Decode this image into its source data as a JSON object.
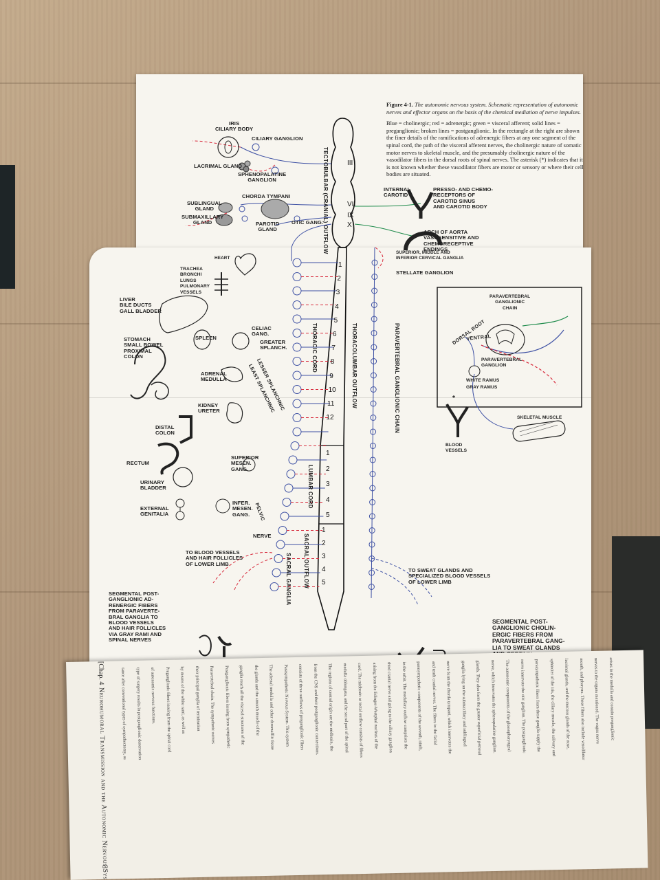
{
  "figure": {
    "caption_title": "Figure 4-1.",
    "caption_title_rest": "The autonomic nervous system. Schematic representation of autonomic nerves and effector organs on the basis of the chemical mediation of nerve impulses.",
    "caption_body": "Blue = cholinergic; red = adrenergic; green = visceral afferent; solid lines = preganglionic; broken lines = postganglionic. In the rectangle at the right are shown the finer details of the ramifications of adrenergic fibers at any one segment of the spinal cord, the path of the visceral afferent nerves, the cholinergic nature of somatic motor nerves to skeletal muscle, and the presumably cholinergic nature of the vasodilator fibers in the dorsal roots of spinal nerves. The asterisk (*) indicates that it is not known whether these vasodilator fibers are motor or sensory or where their cell bodies are situated."
  },
  "labels": {
    "iris": "IRIS\nCILIARY BODY",
    "ciliary_ganglion": "CILIARY GANGLION",
    "lacrimal": "LACRIMAL GLAND",
    "sphenopalatine": "SPHENOPALATINE\nGANGLION",
    "chorda": "CHORDA TYMPANI",
    "sublingual": "SUBLINGUAL\nGLAND",
    "submaxillary": "SUBMAXILLARY\nGLAND",
    "parotid": "PAROTID\nGLAND",
    "otic": "OTIC GANG.",
    "internal_carotid": "INTERNAL\nCAROTID",
    "presso": "PRESSO- AND CHEMO-\nRECEPTORS OF\nCAROTID SINUS\nAND CAROTID BODY",
    "arch": "ARCH OF AORTA\nVASOSENSITIVE AND\nCHEMORECEPTIVE\nENDINGS",
    "superior_cervical": "SUPERIOR, MIDDLE AND\nINFERIOR CERVICAL GANGLIA",
    "stellate": "STELLATE GANGLION",
    "heart": "HEART",
    "trachea": "TRACHEA\nBRONCHI\nLUNGS\nPULMONARY\nVESSELS",
    "liver": "LIVER\nBILE DUCTS\nGALL BLADDER",
    "stomach": "STOMACH\nSMALL BOWEL\nPROXIMAL\nCOLON",
    "spleen": "SPLEEN",
    "celiac": "CELIAC\nGANG.",
    "greater": "GREATER\nSPLANCH.",
    "lesser": "LESSER SPLANCHNIC",
    "least": "LEAST SPLANCHNIC",
    "adrenal": "ADRENAL\nMEDULLA",
    "kidney": "KIDNEY\nURETER",
    "distal_colon": "DISTAL\nCOLON",
    "rectum": "RECTUM",
    "sup_mesen": "SUPERIOR\nMESEN.\nGANG.",
    "urinary": "URINARY\nBLADDER",
    "external_genitalia": "EXTERNAL\nGENITALIA",
    "infer_mesen": "INFER.\nMESEN.\nGANG.",
    "pelvic": "PELVIC",
    "nerve": "NERVE",
    "blood_vessels_limb": "TO BLOOD VESSELS\nAND HAIR FOLLICLES\nOF LOWER LIMB",
    "sweat_glands": "TO SWEAT GLANDS AND\nSPECIALIZED BLOOD VESSELS\nOF LOWER LIMB",
    "segmental_left": "SEGMENTAL POST-\nGANGLIONIC AD-\nRENERGIC FIBERS\nFROM PARAVERTE-\nBRAL GANGLIA TO\nBLOOD VESSELS\nAND HAIR FOLLICLES\nVIA GRAY RAMI AND\nSPINAL NERVES",
    "segmental_right": "SEGMENTAL POST-\nGANGLIONIC CHOLIN-\nERGIC FIBERS FROM\nPARAVERTEBRAL GANG-\nLIA TO SWEAT GLANDS\nAND CERTAIN\nBLOOD VESSELS VIA\nGRAY RAMI AND\nSPINAL NERVES",
    "paravertebral_chain": "PARAVERTEBRAL\nGANGLIONIC\nCHAIN",
    "dorsal_root": "DORSAL ROOT",
    "ventral": "VENTRAL",
    "paravertebral_ganglion": "PARAVERTEBRAL\nGANGLION",
    "white_ramus": "WHITE RAMUS",
    "gray_ramus": "GRAY RAMUS",
    "skeletal_muscle": "SKELETAL MUSCLE",
    "blood_vessels": "BLOOD\nVESSELS",
    "asterisk": "*"
  },
  "vertical_labels": {
    "tectobulbar": "TECTOBULBAR (CRANIAL) OUTFLOW",
    "thoracic_cord": "THORACIC CORD",
    "thoracolumbar": "THORACOLUMBAR OUTFLOW",
    "paravertebral_chain": "PARAVERTEBRAL GANGLIONIC CHAIN",
    "lumbar_cord": "LUMBAR CORD",
    "sacral_outflow": "SACRAL OUTFLOW",
    "sacral_ganglia": "SACRAL GANGLIA"
  },
  "cranial_nerves": [
    "III",
    "VII",
    "IX",
    "X"
  ],
  "thoracic_segments": [
    "1",
    "2",
    "3",
    "4",
    "5",
    "6",
    "7",
    "8",
    "9",
    "10",
    "11",
    "12"
  ],
  "lumbar_segments": [
    "1",
    "2",
    "3",
    "4",
    "5"
  ],
  "sacral_segments": [
    "1",
    "2",
    "3",
    "4",
    "5"
  ],
  "book": {
    "running_head": "Neurohumoral Transmission and the Autonomic Nervous System",
    "page_number": "8",
    "chapter_tag": "[Chap. 4",
    "body_lines": [
      "tance after conventional types of sympathectomy, as",
      "type of surgery results in postganglionic denervation",
      "of autonomic nervous functions.",
      "Preganglionic fibers issuing from the spinal cord",
      "by means of the white rami, as well as",
      "their principal ganglia of termination",
      "Paravertebral chain. The sympathetic nerves",
      "Postganglionic fibers issuing from sympathetic",
      "ganglia reach all the visceral structures of the",
      "the glands and the smooth muscle of the",
      "The adrenal medulla and other chromaffin tissue",
      "Parasympathetic Nervous System. This system",
      "consists of three outflows of preganglionic fibers",
      "from the CNS and their postganglionic connections.",
      "The regions of central origin are the midbrain, the",
      "medulla oblongata, and the sacral part of the spinal",
      "cord. The midbrain or tectal outflow consists of fibers",
      "arising from the Edinger-Westphal nucleus of the",
      "third cranial nerve and going to the ciliary ganglion",
      "in the orbit. The medullary outflow comprises the",
      "parasympathetic components of the seventh, ninth,",
      "and tenth cranial nerves. The fibers in the facial",
      "nerve form the chorda tympani, which innervates the",
      "ganglia lying on the submaxillary and sublingual",
      "glands. They also form the greater superficial petrosal",
      "nerve, which innervates the sphenopalatine ganglion.",
      "The autonomic components of the glossopharyngeal",
      "nerve innervate the otic ganglion. The postganglionic",
      "parasympathetic fibers from these ganglia supply the",
      "sphincter of the iris, the ciliary muscle, the salivary and",
      "lacrimal glands, and the mucous glands of the nose,",
      "mouth, and pharynx. These fibers also include vasodilator",
      "nerves to the organs mentioned. The vagus nerve",
      "arises in the medulla and contain preganglionic"
    ]
  },
  "colors": {
    "cholinergic": "#3c4fa3",
    "adrenergic": "#d7283a",
    "visceral_afferent": "#1d8a4a"
  }
}
